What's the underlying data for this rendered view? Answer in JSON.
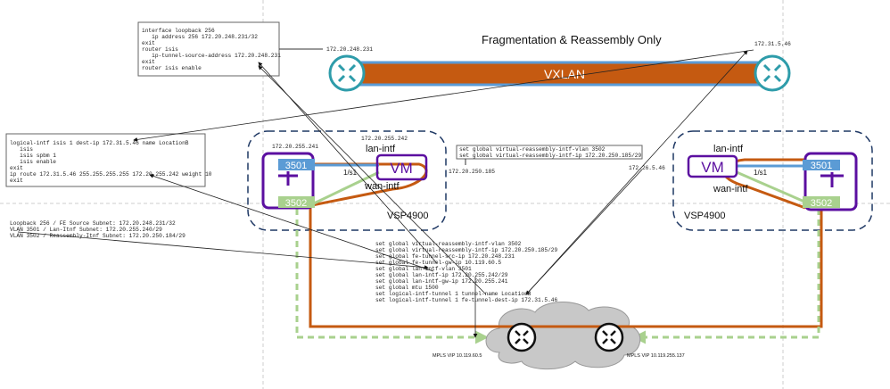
{
  "title": "Fragmentation & Reassembly Only",
  "vxlan_label": "VXLAN",
  "loopback_config": [
    "interface loopback 256",
    "   ip address 256 172.20.248.231/32",
    "exit",
    "router isis",
    "   ip-tunnel-source-address 172.20.248.231",
    "exit",
    "router isis enable"
  ],
  "loopback_ip": "172.20.248.231",
  "remote_ip": "172.31.5.46",
  "logical_intf_config": [
    "logical-intf isis 1 dest-ip 172.31.5.46 name LocationB",
    "   isis",
    "   isis spbm 1",
    "   isis enable",
    "exit",
    "ip route 172.31.5.46 255.255.255.255 172.20.255.242 weight 10",
    "exit"
  ],
  "subnets": [
    "Loopback 256 / FE Source Subnet: 172.20.248.231/32",
    "VLAN 3501 / Lan-Itnf Subnet: 172.20.255.240/29",
    "VLAN 3502 / Reassembly-Itnf Subnet: 172.20.250.184/29"
  ],
  "reassembly_config": [
    "set global virtual-reassembly-intf-vlan 3502",
    "set global virtual-reassembly-intf-ip 172.20.250.185/29"
  ],
  "reassembly_ip": "172.20.250.185",
  "right_ip": "172.26.5.46",
  "vm_commands": [
    "set global virtual-reassembly-intf-vlan 3502",
    "set global virtual-reassembly-intf-ip 172.20.250.185/29",
    "set global fe-tunnel-src-ip 172.20.248.231",
    "set global fe-tunnel-gw-ip 10.119.60.5",
    "set global lan-intf-vlan 3501",
    "set global lan-intf-ip 172.20.255.242/29",
    "set global lan-intf-gw-ip 172.20.255.241",
    "set global mtu 1500",
    "set logical-intf-tunnel 1 tunnel-name LocationB",
    "set logical-intf-tunnel 1 fe-tunnel-dest-ip 172.31.5.46"
  ],
  "left_site": {
    "switch_ip": "172.20.255.241",
    "vm_ip": "172.20.255.242",
    "lan": "lan-intf",
    "wan": "wan-intf",
    "vm": "VM",
    "port": "1/s1",
    "vlan_a": "3501",
    "vlan_b": "3502",
    "name": "VSP4900"
  },
  "right_site": {
    "lan": "lan-intf",
    "wan": "wan-intf",
    "vm": "VM",
    "port": "1/s1",
    "vlan_a": "3501",
    "vlan_b": "3502",
    "name": "VSP4900"
  },
  "mpls_left": "MPLS VIP 10.119.60.5",
  "mpls_right": "MPLS VIP 10.119.255.137",
  "colors": {
    "orange": "#C55A11",
    "blue": "#5B9BD5",
    "green": "#A9D18E",
    "purple": "#5B0FA0",
    "teal": "#2E9CAA",
    "navy": "#1F3864",
    "cloud": "#C8C8C8"
  }
}
